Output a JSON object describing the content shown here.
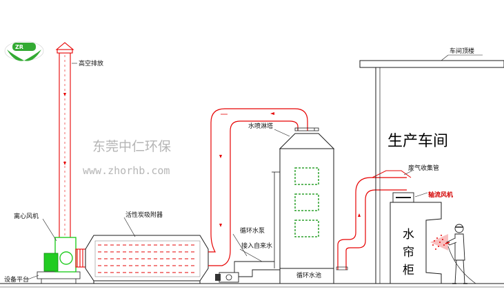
{
  "logo": {
    "text": "ZR"
  },
  "labels": {
    "high_altitude_exhaust": "高空排放",
    "roof": "车间顶楼",
    "spray_tower": "水喷淋塔",
    "workshop": "生产车间",
    "waste_gas_pipe": "废气收集管",
    "axial_fan": "轴流风机",
    "centrifugal_fan": "离心风机",
    "activated_carbon": "活性炭吸附器",
    "circulation_pump": "循环水泵",
    "tap_water": "接入自来水",
    "circulation_pool": "循环水池",
    "platform": "设备平台",
    "water_curtain": [
      "水",
      "帘",
      "柜"
    ]
  },
  "watermark": {
    "company": "东莞中仁环保",
    "website": "www.zhorhb.com"
  },
  "colors": {
    "duct": "#e60000",
    "line": "#1a1a1a",
    "window": "#2ca02c",
    "fan": "#22cc22",
    "logo": "#33aa33"
  }
}
